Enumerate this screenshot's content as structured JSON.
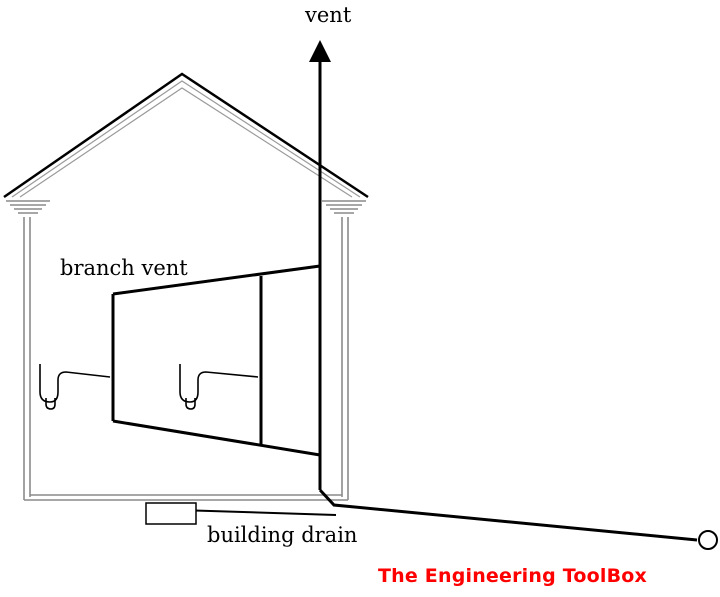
{
  "labels": {
    "vent": "vent",
    "branch_vent": "branch vent",
    "building_drain": "building drain"
  },
  "watermark": "The Engineering ToolBox",
  "colors": {
    "line": "#000000",
    "wall": "#8a8a8a",
    "roof_inner": "#9a9a9a",
    "watermark": "#ff0000",
    "background": "#ffffff"
  }
}
